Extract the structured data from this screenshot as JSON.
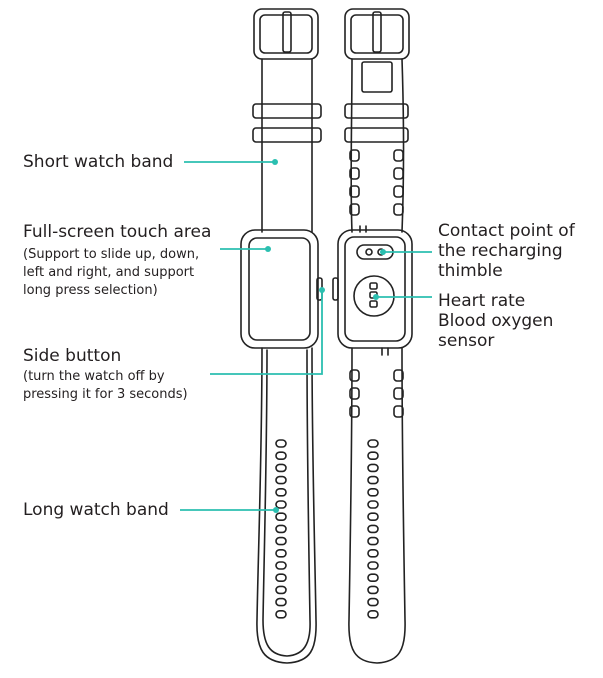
{
  "colors": {
    "callout": "#2bbfb0",
    "line": "#222222",
    "background": "#ffffff"
  },
  "labels": {
    "short_band": "Short watch band",
    "touch_area": {
      "title": "Full-screen touch area",
      "desc": [
        "(Support to slide up, down,",
        "left and right, and support",
        "long press selection)"
      ]
    },
    "side_button": {
      "title": "Side button",
      "desc": [
        "(turn the watch off by",
        "pressing it for 3 seconds)"
      ]
    },
    "long_band": "Long watch band",
    "contact_point": [
      "Contact point of",
      "the recharging",
      "thimble"
    ],
    "sensor": [
      "Heart rate",
      "Blood oxygen",
      "sensor"
    ]
  }
}
